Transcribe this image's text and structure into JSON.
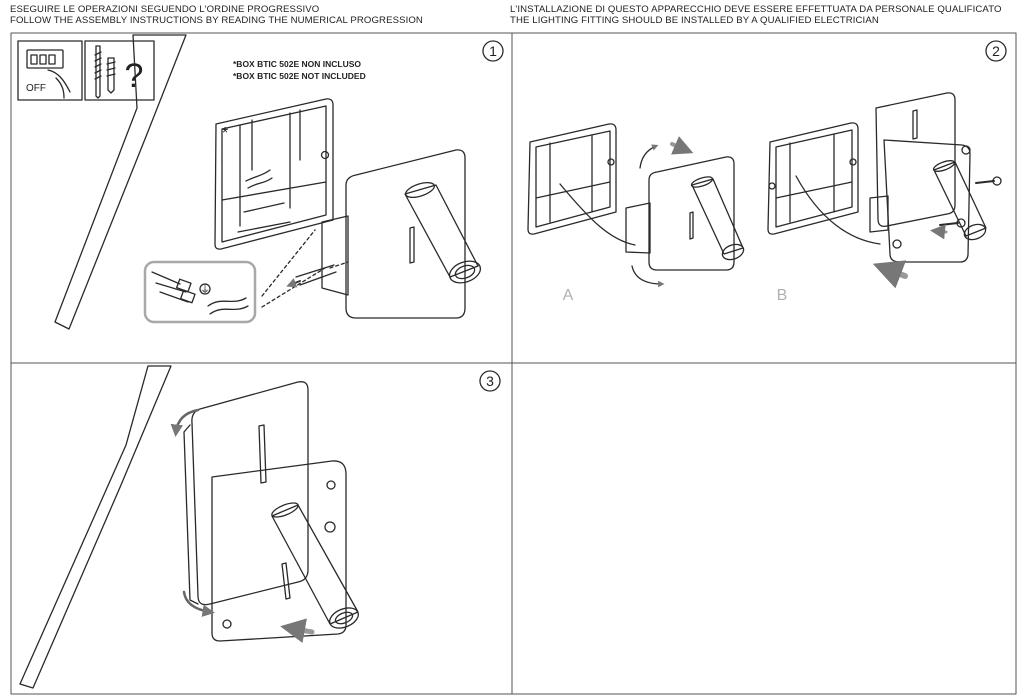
{
  "header": {
    "left_line1": "ESEGUIRE LE OPERAZIONI SEGUENDO L'ORDINE PROGRESSIVO",
    "left_line2": "FOLLOW THE ASSEMBLY INSTRUCTIONS BY READING THE NUMERICAL PROGRESSION",
    "right_line1": "L'INSTALLAZIONE DI QUESTO APPARECCHIO DEVE ESSERE EFFETTUATA DA PERSONALE QUALIFICATO",
    "right_line2": "THE LIGHTING FITTING SHOULD BE INSTALLED BY A QUALIFIED ELECTRICIAN"
  },
  "panels": {
    "step1": {
      "number": "1",
      "off_label": "OFF",
      "question_mark": "?",
      "note_line1": "*BOX BTIC 502E NON INCLUSO",
      "note_line2": "*BOX BTIC 502E NOT INCLUDED",
      "asterisk": "*",
      "ground_symbol": "⏚"
    },
    "step2": {
      "number": "2",
      "label_a": "A",
      "label_b": "B"
    },
    "step3": {
      "number": "3"
    }
  },
  "colors": {
    "line": "#2a2a2a",
    "frame": "#555555",
    "step_label": "#b0b0b0",
    "callout_border": "#a8a8a8",
    "arrow_fill": "#9a9a9a"
  },
  "icons": [
    "power-off-icon",
    "screws-icon",
    "question-icon",
    "ground-icon",
    "rotate-arrow-icon",
    "push-arrow-icon"
  ]
}
